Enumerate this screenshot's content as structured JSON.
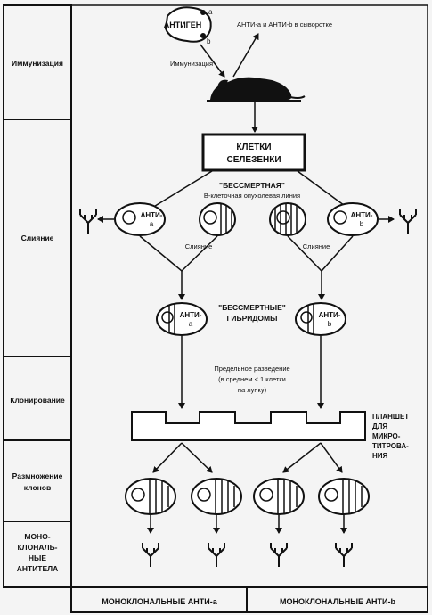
{
  "stages": {
    "immunization": "Иммунизация",
    "fusion": "Слияние",
    "cloning": "Клонирование",
    "expansion_line1": "Размножение",
    "expansion_line2": "клонов",
    "mab_line1": "МОНО-",
    "mab_line2": "КЛОНАЛЬ-",
    "mab_line3": "НЫЕ",
    "mab_line4": "АНТИТЕЛА"
  },
  "top": {
    "antigen": "АНТИГЕН",
    "site_a": "a",
    "site_b": "b",
    "serum": "АНТИ-a и АНТИ-b в сыворотке",
    "immunization": "Иммунизация"
  },
  "spleen": {
    "line1": "КЛЕТКИ",
    "line2": "СЕЛЕЗЕНКИ"
  },
  "myeloma": {
    "line1": "\"БЕССМЕРТНАЯ\"",
    "line2": "В-клеточная опухолевая линия"
  },
  "cells": {
    "anti_label": "АНТИ-",
    "a": "a",
    "b": "b"
  },
  "fusion_label": "Слияние",
  "hybridomas": {
    "line1": "\"БЕССМЕРТНЫЕ\"",
    "line2": "ГИБРИДОМЫ"
  },
  "dilution": {
    "line1": "Предельное разведение",
    "line2": "(в среднем < 1 клетки",
    "line3": "на лунку)"
  },
  "plate": {
    "line1": "ПЛАНШЕТ",
    "line2": "ДЛЯ",
    "line3": "МИКРО-",
    "line4": "ТИТРОВА-",
    "line5": "НИЯ"
  },
  "footer": {
    "left": "МОНОКЛОНАЛЬНЫЕ АНТИ-a",
    "right": "МОНОКЛОНАЛЬНЫЕ АНТИ-b"
  }
}
